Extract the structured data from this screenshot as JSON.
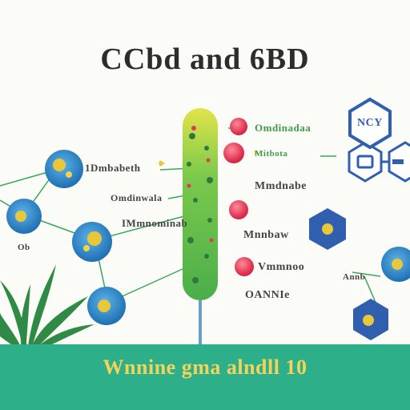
{
  "title": "CCbd and 6BD",
  "badge": "NCY",
  "labels": {
    "top_right": "Omdinadaa",
    "small_red": "Mitbota",
    "left_1": "1Dmbabeth",
    "left_2": "Omdinwala",
    "left_3": "IMmnominab",
    "center_1": "Mmdnabe",
    "center_2": "Mnnbaw",
    "center_3": "Vmmnoo",
    "center_4": "OANNIe",
    "right_small": "Annb",
    "bottom_left_small": "Ob"
  },
  "footer": {
    "text": "Wnnine gma alndll 10"
  },
  "colors": {
    "node_blue": "#2a86c8",
    "node_yellow": "#e8c83a",
    "stem_green": "#5fbf4a",
    "dot_red": "#e23a55",
    "hex_blue": "#2f5fae",
    "footer_bg": "#2db089",
    "footer_text": "#f3d35b"
  }
}
